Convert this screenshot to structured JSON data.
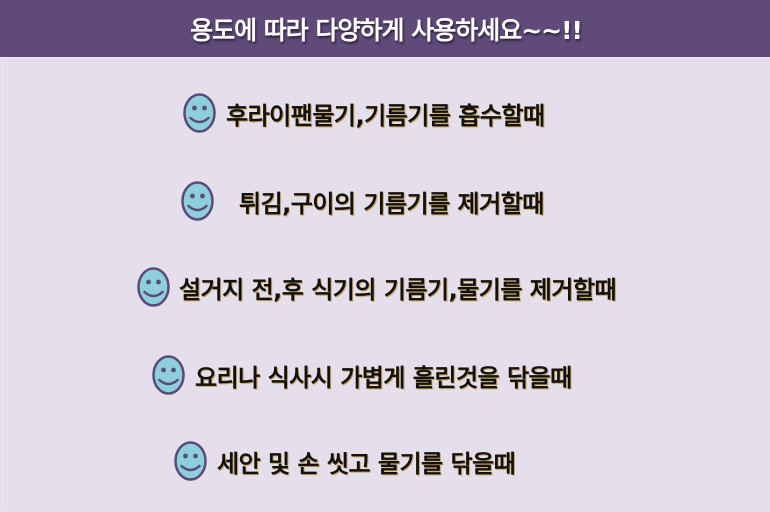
{
  "header": {
    "title": "용도에 따라 다양하게 사용하세요~~!!"
  },
  "colors": {
    "header_bg": "#5f4a7a",
    "body_bg": "#e4dfeb",
    "smiley_fill": "#8ecfdc",
    "smiley_stroke": "#5b4a7a",
    "text": "#111111"
  },
  "items": [
    {
      "icon": "smiley-icon",
      "label": "후라이팬물기,기름기를 흡수할때"
    },
    {
      "icon": "smiley-icon",
      "label": "튀김,구이의 기름기를 제거할때"
    },
    {
      "icon": "smiley-icon",
      "label": "설거지 전,후 식기의 기름기,물기를 제거할때"
    },
    {
      "icon": "smiley-icon",
      "label": "요리나 식사시 가볍게 흘린것을 닦을때"
    },
    {
      "icon": "smiley-icon",
      "label": "세안 및 손 씻고 물기를 닦을때"
    }
  ]
}
